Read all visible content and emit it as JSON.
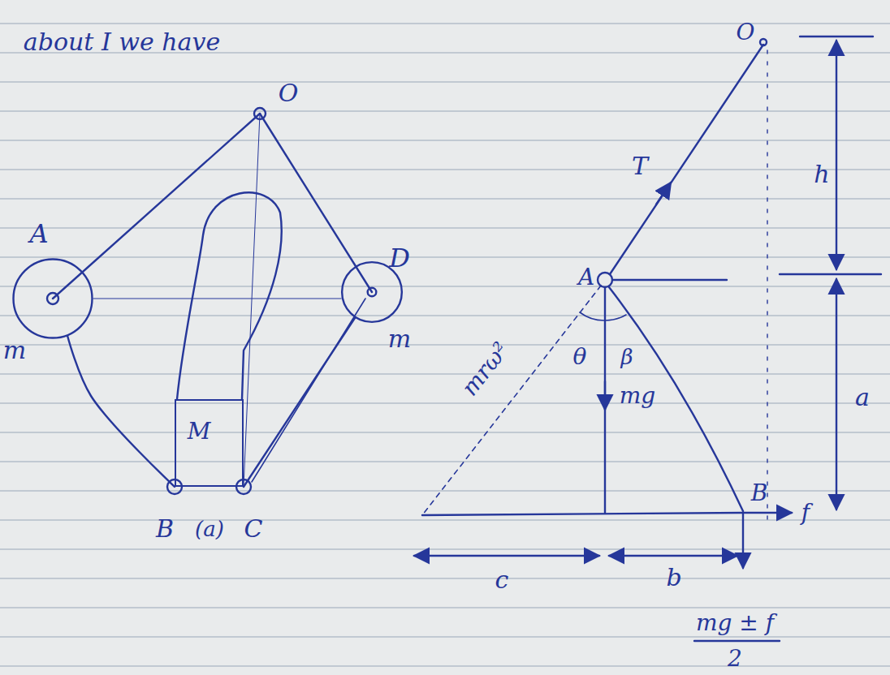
{
  "diagram": {
    "nodes": [
      {
        "text": [
          "A",
          "m"
        ]
      },
      {
        "text": [
          "D",
          "m"
        ]
      },
      {
        "text": [
          "M"
        ]
      }
    ],
    "edges": [
      {
        "from": 0,
        "to": 2,
        "arrow": "none"
      },
      {
        "from": 1,
        "to": 2,
        "arrow": "none"
      }
    ],
    "labels": [
      "about I we have",
      "O",
      "B",
      "(a)",
      "C",
      "O",
      "T",
      "A",
      "θ",
      "β",
      "mg",
      "mrω²",
      "h",
      "a",
      "B",
      "f",
      "c",
      "b",
      "mg ± f",
      "2"
    ]
  }
}
